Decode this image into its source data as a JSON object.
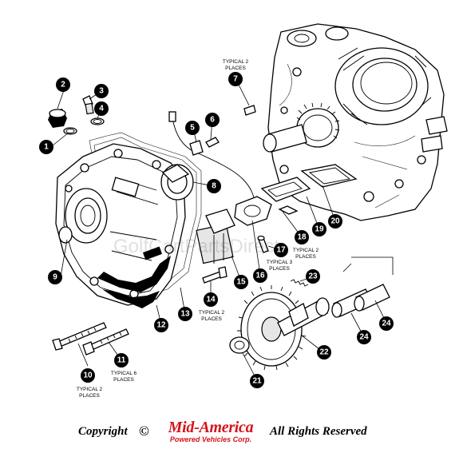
{
  "figure": {
    "watermark": "GolfCartPartsDirect",
    "callouts": [
      "1",
      "2",
      "3",
      "4",
      "5",
      "6",
      "7",
      "8",
      "9",
      "10",
      "11",
      "12",
      "13",
      "14",
      "15",
      "16",
      "17",
      "18",
      "19",
      "20",
      "21",
      "22",
      "23",
      "24",
      "24"
    ],
    "notes": {
      "typical2_label": "TYPICAL 2",
      "places_label": "PLACES",
      "typical3_label": "TYPICAL 3",
      "typical6_label": "TYPICAL 6"
    }
  },
  "footer": {
    "copyright": "Copyright",
    "symbol": "©",
    "brand_name": "Mid-America",
    "brand_tagline": "Powered Vehicles Corp.",
    "rights": "All Rights Reserved",
    "brand_color": "#d4141b"
  }
}
